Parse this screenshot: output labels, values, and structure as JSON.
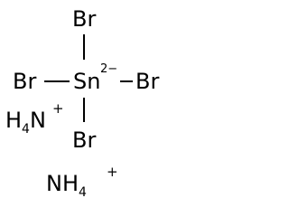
{
  "molecule": {
    "atoms": {
      "center": "Sn",
      "center_charge": "2−",
      "top": "Br",
      "left": "Br",
      "right": "Br",
      "bottom": "Br"
    },
    "counterions": {
      "first": {
        "prefix": "H",
        "subscript": "4",
        "suffix": "N",
        "charge": "+"
      },
      "second": {
        "prefix": "NH",
        "subscript": "4",
        "charge": "+"
      }
    }
  }
}
